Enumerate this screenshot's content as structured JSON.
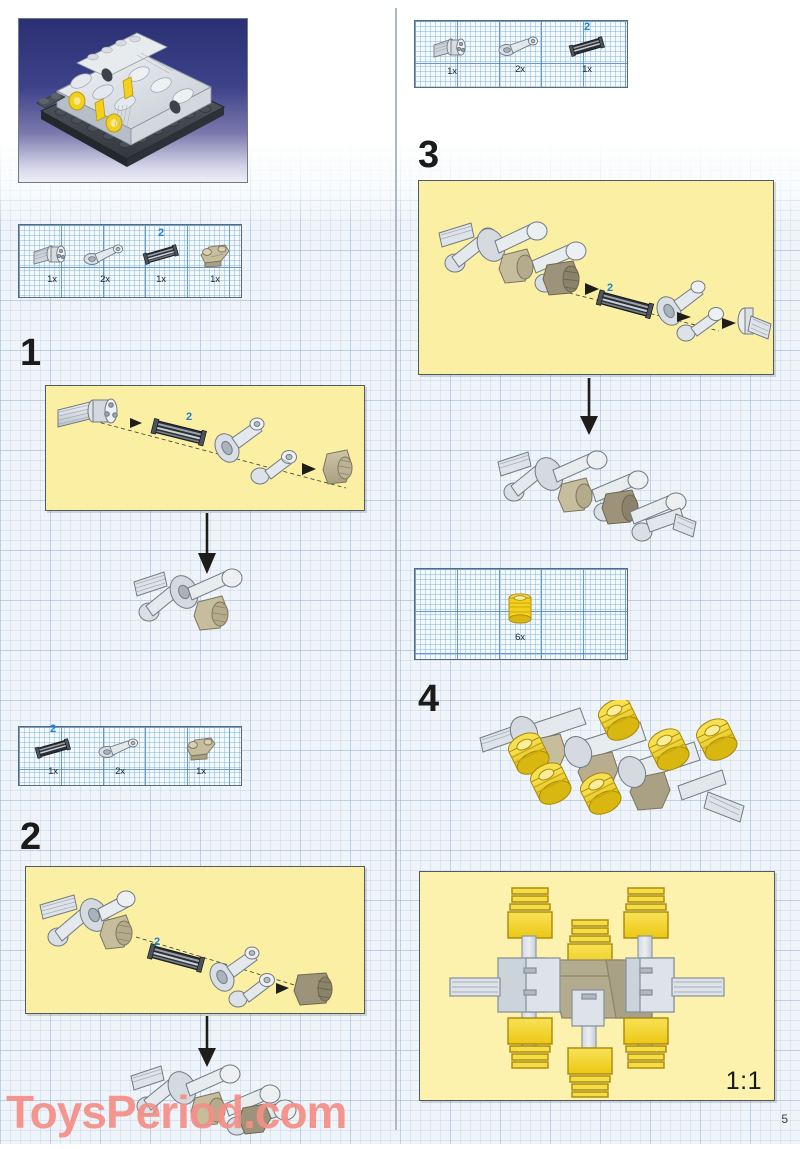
{
  "document": {
    "type": "lego-building-instructions",
    "page_number": "5",
    "watermark": "ToysPeriod.com",
    "scale_label": "1:1"
  },
  "hero": {
    "name": "completed-engine-model",
    "description": "LEGO Technic flat-six engine block assembly on dark grey baseplate",
    "background_colors": [
      "#2a2f72",
      "#c9c9e2"
    ],
    "accent_color": "#f2d01c"
  },
  "colors": {
    "panel_yellow": "#fbefa3",
    "panel_border": "#4f5a63",
    "grid_blue": "#3778be",
    "callout_blue": "#1f7fd0",
    "piston_yellow": "#f2d01c",
    "tan_piece": "#b3a887",
    "grey_piece": "#c3cbd4",
    "watermark_red": "#f58f87"
  },
  "parts_bins": [
    {
      "id": "bin-1",
      "parts": [
        {
          "name": "axle-connector-hub",
          "count": "1x",
          "callout": null
        },
        {
          "name": "connecting-rod",
          "count": "2x",
          "callout": null
        },
        {
          "name": "axle-2",
          "count": "1x",
          "callout": "2"
        },
        {
          "name": "crank-counterweight",
          "count": "1x",
          "callout": null
        }
      ]
    },
    {
      "id": "bin-2",
      "parts": [
        {
          "name": "axle-2",
          "count": "1x",
          "callout": "2"
        },
        {
          "name": "connecting-rod",
          "count": "2x",
          "callout": null
        },
        {
          "name": "crank-counterweight",
          "count": "1x",
          "callout": null
        }
      ]
    },
    {
      "id": "bin-3",
      "parts": [
        {
          "name": "axle-connector-hub",
          "count": "1x",
          "callout": null
        },
        {
          "name": "connecting-rod",
          "count": "2x",
          "callout": null
        },
        {
          "name": "axle-2",
          "count": "1x",
          "callout": "2"
        }
      ]
    },
    {
      "id": "bin-4",
      "parts": [
        {
          "name": "engine-piston",
          "count": "6x",
          "callout": null
        }
      ]
    }
  ],
  "steps": [
    {
      "number": "1",
      "panel_id": "step-1-panel",
      "callout": "2",
      "result_name": "step-1-subassembly"
    },
    {
      "number": "2",
      "panel_id": "step-2-panel",
      "callout": "2",
      "result_name": "step-2-subassembly"
    },
    {
      "number": "3",
      "panel_id": "step-3-panel",
      "callout": "2",
      "result_name": "step-3-subassembly"
    },
    {
      "number": "4",
      "panel_id": "step-4-panel",
      "callout": null,
      "result_name": "step-4-subassembly-with-pistons"
    }
  ],
  "scale_panel": {
    "name": "one-to-one-crankshaft-reference",
    "label": "1:1",
    "piston_count": 6
  }
}
